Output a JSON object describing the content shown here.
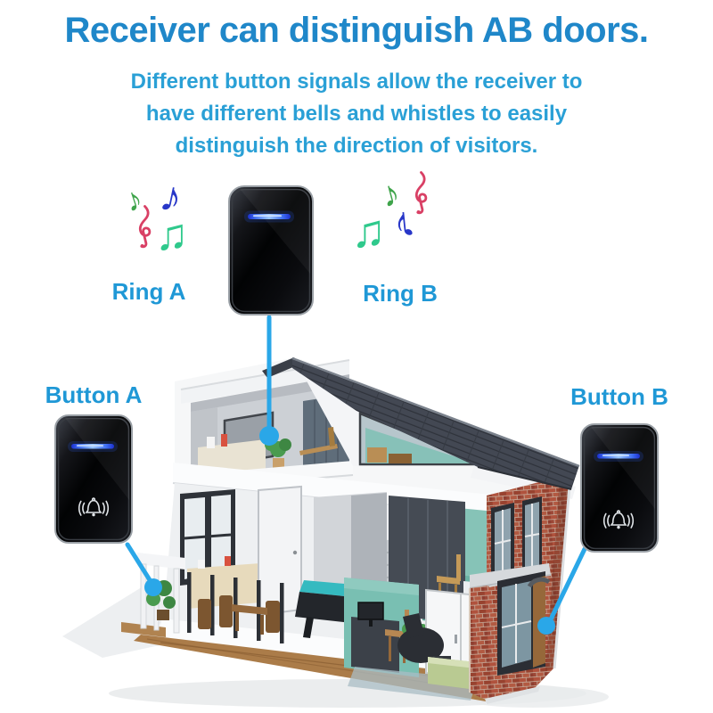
{
  "header": {
    "title": "Receiver can distinguish AB doors.",
    "subtitle_line1": "Different button signals allow the receiver to",
    "subtitle_line2": "have different bells and whistles to easily",
    "subtitle_line3": "distinguish the direction of visitors."
  },
  "rings": {
    "a": {
      "label": "Ring A"
    },
    "b": {
      "label": "Ring B"
    }
  },
  "door_buttons": {
    "a": {
      "label": "Button A"
    },
    "b": {
      "label": "Button B"
    }
  },
  "devices": {
    "receiver": {
      "name": "wireless-receiver",
      "indicator": "blue-led-bar"
    },
    "button_a": {
      "name": "doorbell-push-button-a",
      "indicator": "blue-led-bar",
      "icon": "bell-with-sound-waves"
    },
    "button_b": {
      "name": "doorbell-push-button-b",
      "indicator": "blue-led-bar",
      "icon": "bell-with-sound-waves"
    }
  },
  "icons": {
    "note_eighth": "♪",
    "note_beamed": "♫",
    "treble_clef": "treble-clef-icon",
    "bell": "bell-with-sound-waves-icon"
  },
  "colors": {
    "title_blue": "#1f87c9",
    "subtitle_blue": "#2aa0d6",
    "label_blue": "#1f98d6",
    "connector_blue": "#2aa7e8",
    "note_green": "#3fa44b",
    "note_mint": "#2fc98c",
    "note_blue": "#2837c8",
    "note_pink": "#d94065",
    "led_blue": "#3f6ef2",
    "roof_slate": "#434853",
    "brick_red": "#a84a38",
    "teal_wall": "#79bfb2",
    "wood_floor": "#ab7c49"
  }
}
